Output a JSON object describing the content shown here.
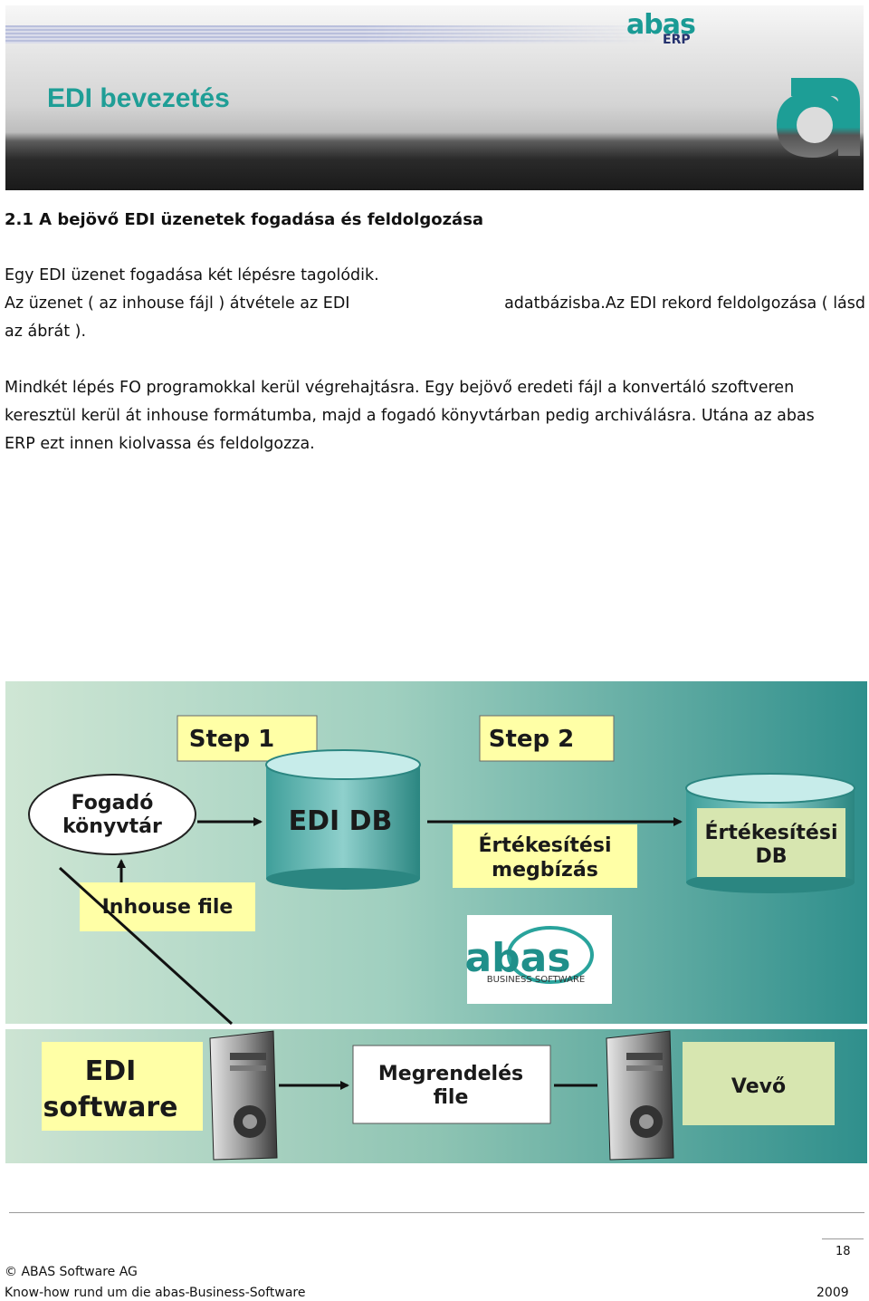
{
  "header": {
    "logo_abas": "abas",
    "logo_erp": "ERP",
    "title": "EDI bevezetés"
  },
  "section": {
    "heading": "2.1 A bejövő EDI üzenetek fogadása és feldolgozása"
  },
  "paragraph1": {
    "line1": "Egy  EDI  üzenet  fogadása  két  lépésre  tagolódik.",
    "line2a": "Az  üzenet  ( az  inhouse  fájl )  átvétele  az  EDI",
    "line2b": "adatbázisba.Az  EDI  rekord  feldolgozása  ( lásd",
    "line3": "az  ábrát )."
  },
  "paragraph2": {
    "line1": "Mindkét  lépés  FO  programokkal  kerül  végrehajtásra.  Egy  bejövő  eredeti  fájl  a  konvertáló  szoftveren",
    "line2": "keresztül  kerül  át  inhouse  formátumba,  majd  a  fogadó  könyvtárban  pedig  archiválásra.  Utána  az  abas",
    "line3": "ERP  ezt  innen  kiolvassa  és  feldolgozza."
  },
  "diagram": {
    "step1": "Step 1",
    "step2": "Step 2",
    "fogado_line1": "Fogadó",
    "fogado_line2": "könyvtár",
    "edi_db": "EDI DB",
    "inhouse_file": "Inhouse file",
    "ertekesitesi_megbizas_line1": "Értékesítési",
    "ertekesitesi_megbizas_line2": "megbízás",
    "ertekesitesi_db_line1": "Értékesítési",
    "ertekesitesi_db_line2": "DB",
    "logo_abas": "abas",
    "logo_business": "BUSINESS SOFTWARE",
    "edi_software_line1": "EDI",
    "edi_software_line2": "software",
    "megrendeles_line1": "Megrendelés",
    "megrendeles_line2": "file",
    "vevo": "Vevő",
    "colors": {
      "teal": "#2f8f8c",
      "label_yellow": "#ffffa6",
      "label_green": "#d7e6b0"
    }
  },
  "footer": {
    "page_number": "18",
    "copyright": "©  ABAS  Software  AG",
    "tagline": "Know-how  rund  um  die  abas-Business-Software",
    "year": "2009"
  }
}
